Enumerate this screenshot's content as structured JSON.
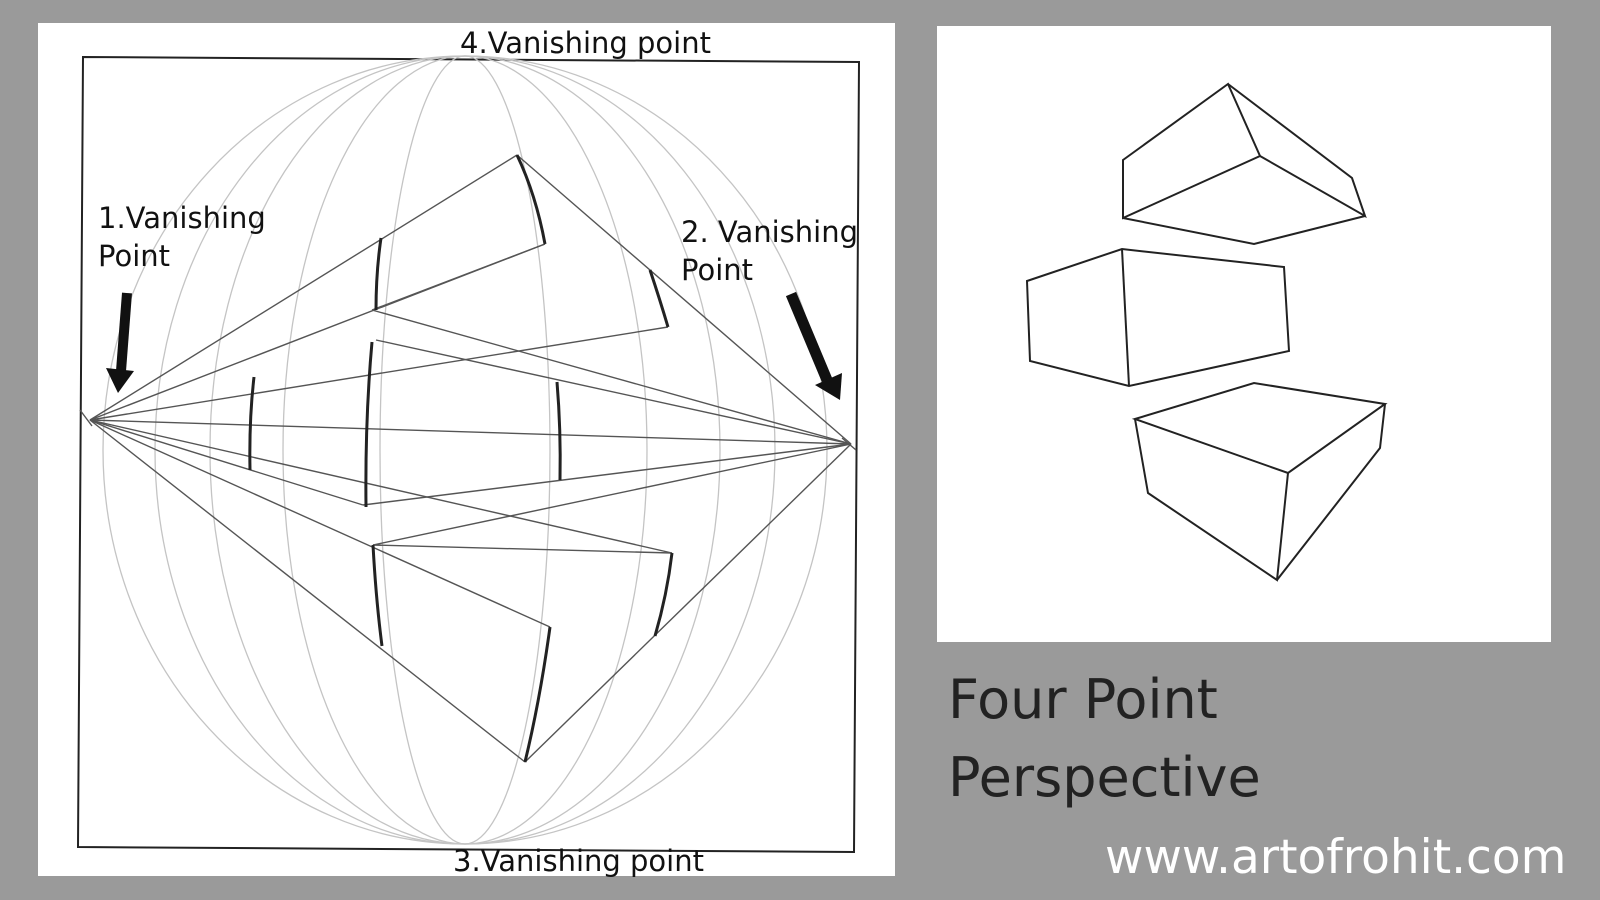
{
  "labels": {
    "vp4": "4.Vanishing point",
    "vp3": "3.Vanishing point",
    "vp1_line1": "1.Vanishing",
    "vp1_line2": "Point",
    "vp2_line1": "2. Vanishing",
    "vp2_line2": "Point"
  },
  "caption": {
    "line1": "Four Point",
    "line2": "Perspective"
  },
  "website": "www.artofrohit.com",
  "colors": {
    "background": "#9a9a9a",
    "panel": "#ffffff",
    "ink": "#222222",
    "guide": "#c4c4c4",
    "url_text": "#ffffff"
  }
}
